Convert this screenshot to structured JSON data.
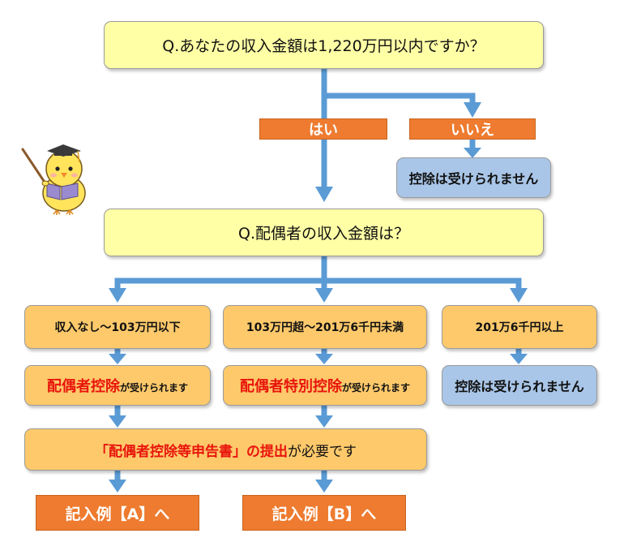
{
  "q1": "Q.あなたの収入金額は1,220万円以内ですか？",
  "yes": "はい",
  "no": "いいえ",
  "no_result": "控除は受けられません",
  "q2": "Q.配偶者の収入金額は？",
  "col1": {
    "range": "収入なし～103万円以下",
    "result_red": "配偶者控除",
    "result_rest": "が受けられます"
  },
  "col2": {
    "range": "103万円超～201万6千円未満",
    "result_red": "配偶者特別控除",
    "result_rest": "が受けられます"
  },
  "col3": {
    "range": "201万6千円以上",
    "result": "控除は受けられません"
  },
  "filing": {
    "red": "「配偶者控除等申告書」の提出",
    "rest": "が必要です"
  },
  "example_a": "記入例【A】へ",
  "example_b": "記入例【B】へ",
  "colors": {
    "arrow": "#5b9bd5",
    "yellow_box": "#ffffa6",
    "orange_box": "#fdc96b",
    "blue_box": "#a9c6e8",
    "tag": "#ee7b2f",
    "highlight": "#e8150c"
  }
}
